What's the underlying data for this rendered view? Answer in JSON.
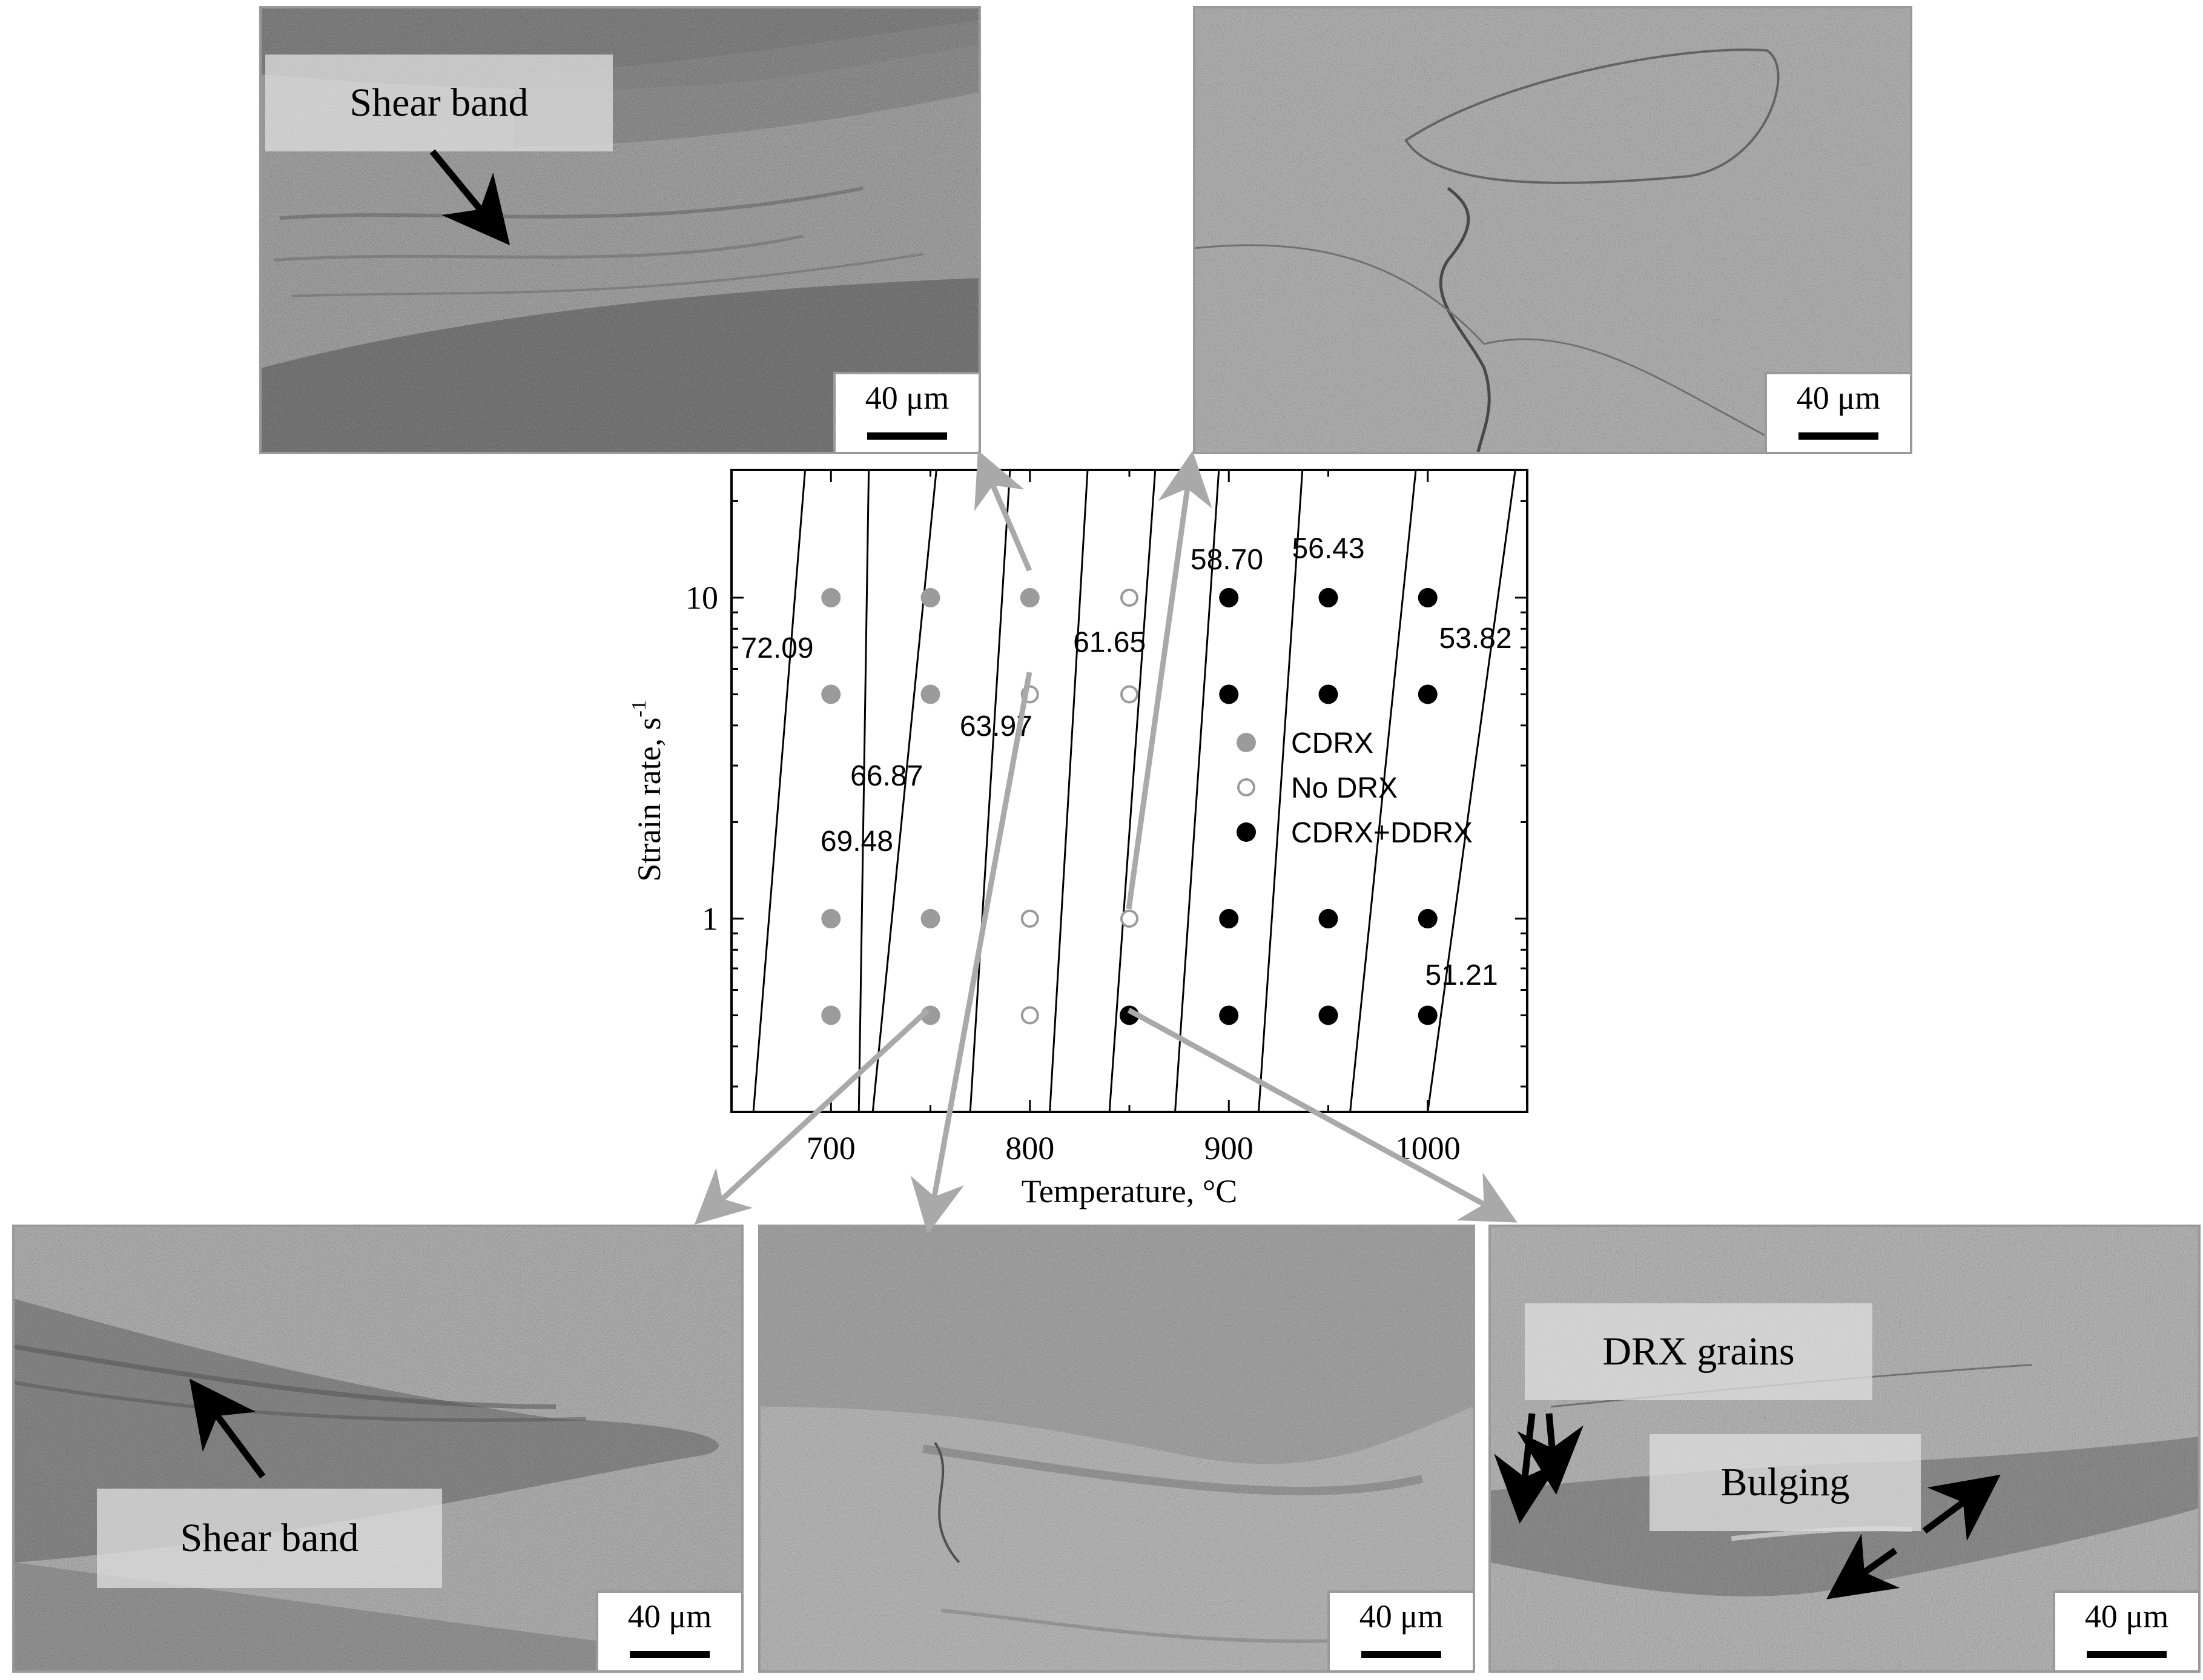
{
  "chart_data": {
    "type": "scatter",
    "xlabel": "Temperature, °C",
    "ylabel": "Strain rate, s",
    "ylabel_sup": "-1",
    "xlim": [
      650,
      1050
    ],
    "ylim": [
      0.25,
      25
    ],
    "yscale": "log",
    "xticks": [
      700,
      800,
      900,
      1000
    ],
    "xtick_labels": [
      "700",
      "800",
      "900",
      "1000"
    ],
    "yticks": [
      1,
      10
    ],
    "ytick_labels": [
      "1",
      "10"
    ],
    "series": [
      {
        "name": "CDRX",
        "color": "#9b9b9b",
        "fill": true,
        "points": [
          [
            700,
            10
          ],
          [
            750,
            10
          ],
          [
            800,
            10
          ],
          [
            700,
            5
          ],
          [
            750,
            5
          ],
          [
            700,
            1
          ],
          [
            750,
            1
          ],
          [
            700,
            0.5
          ],
          [
            750,
            0.5
          ]
        ]
      },
      {
        "name": "No DRX",
        "color": "#9b9b9b",
        "fill": false,
        "points": [
          [
            850,
            10
          ],
          [
            800,
            5
          ],
          [
            850,
            5
          ],
          [
            800,
            1
          ],
          [
            850,
            1
          ],
          [
            800,
            0.5
          ]
        ]
      },
      {
        "name": "CDRX+DDRX",
        "color": "#000000",
        "fill": true,
        "points": [
          [
            900,
            10
          ],
          [
            950,
            10
          ],
          [
            1000,
            10
          ],
          [
            900,
            5
          ],
          [
            950,
            5
          ],
          [
            1000,
            5
          ],
          [
            900,
            1
          ],
          [
            950,
            1
          ],
          [
            1000,
            1
          ],
          [
            850,
            0.5
          ],
          [
            900,
            0.5
          ],
          [
            950,
            0.5
          ],
          [
            1000,
            0.5
          ]
        ]
      }
    ],
    "contours": [
      {
        "x_bottom": 661,
        "x_top": 687
      },
      {
        "x_bottom": 714,
        "x_top": 719
      },
      {
        "x_bottom": 721,
        "x_top": 753
      },
      {
        "x_bottom": 770,
        "x_top": 790
      },
      {
        "x_bottom": 810,
        "x_top": 829
      },
      {
        "x_bottom": 840,
        "x_top": 863
      },
      {
        "x_bottom": 873,
        "x_top": 895
      },
      {
        "x_bottom": 915,
        "x_top": 937
      },
      {
        "x_bottom": 961,
        "x_top": 994
      },
      {
        "x_bottom": 1000,
        "x_top": 1044
      }
    ],
    "contour_labels": [
      {
        "text": "72.09",
        "x": 673,
        "y": 7.0
      },
      {
        "text": "69.48",
        "x": 713,
        "y": 1.75
      },
      {
        "text": "66.87",
        "x": 728,
        "y": 2.8
      },
      {
        "text": "63.97",
        "x": 783,
        "y": 4.0
      },
      {
        "text": "61.65",
        "x": 840,
        "y": 7.3
      },
      {
        "text": "58.70",
        "x": 899,
        "y": 13.2
      },
      {
        "text": "56.43",
        "x": 950,
        "y": 14.3
      },
      {
        "text": "53.82",
        "x": 1024,
        "y": 7.5
      },
      {
        "text": "51.21",
        "x": 1017,
        "y": 0.67
      }
    ],
    "legend": {
      "placement": "right",
      "entries": [
        "CDRX",
        "No DRX",
        "CDRX+DDRX"
      ]
    }
  },
  "micrographs": {
    "top_left": {
      "scale": "40 μm",
      "label": "Shear band"
    },
    "top_right": {
      "scale": "40 μm"
    },
    "bottom_left": {
      "scale": "40 μm",
      "label": "Shear band"
    },
    "bottom_middle": {
      "scale": "40 μm"
    },
    "bottom_right": {
      "scale": "40 μm",
      "label_1": "DRX grains",
      "label_2": "Bulging"
    }
  },
  "colors": {
    "cdrx": "#9b9b9b",
    "no_drx": "#9b9b9b",
    "cdrx_ddrx": "#000000",
    "connector": "#a9a9a9",
    "micrograph_base": "#a9a9a9"
  }
}
